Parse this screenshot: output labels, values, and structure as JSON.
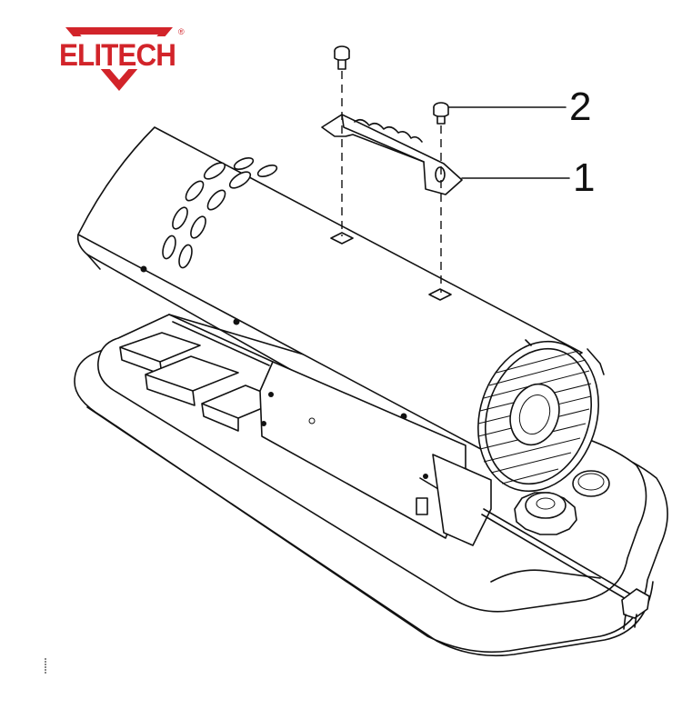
{
  "brand": {
    "name": "ELITECH",
    "mark": "®",
    "color": "#d2242a"
  },
  "callouts": [
    {
      "number": "1",
      "part": "handle"
    },
    {
      "number": "2",
      "part": "screw"
    }
  ],
  "colors": {
    "line": "#111111",
    "background": "#ffffff"
  }
}
